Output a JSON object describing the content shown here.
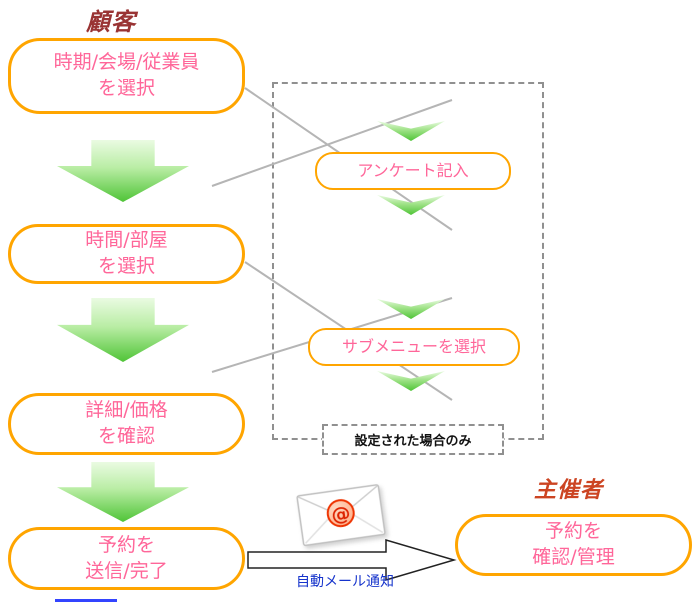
{
  "titles": {
    "customer": "顧客",
    "organizer": "主催者"
  },
  "customer_flow": {
    "step1": {
      "line1": "時期/会場/従業員",
      "line2": "を選択"
    },
    "step2": {
      "line1": "時間/部屋",
      "line2": "を選択"
    },
    "step3": {
      "line1": "詳細/価格",
      "line2": "を確認"
    },
    "step4": {
      "line1": "予約を",
      "line2": "送信/完了"
    }
  },
  "optional_flow": {
    "survey_label": "アンケート記入",
    "submenu_label": "サブメニューを選択",
    "condition_note": "設定された場合のみ"
  },
  "organizer_flow": {
    "step1": {
      "line1": "予約を",
      "line2": "確認/管理"
    }
  },
  "notification": {
    "label": "自動メール通知",
    "at_symbol": "@"
  },
  "colors": {
    "box_border": "#ffa500",
    "box_text": "#ff6699",
    "arrow_light": "#eafbe2",
    "arrow_green": "#4fc437",
    "customer_title": "#993333",
    "organizer_title": "#cc4422",
    "note_text": "#111111",
    "email_label": "#1634cc",
    "connector": "#b5b5b5",
    "dashed_border": "#909090",
    "bottom_line": "#3344ff"
  }
}
